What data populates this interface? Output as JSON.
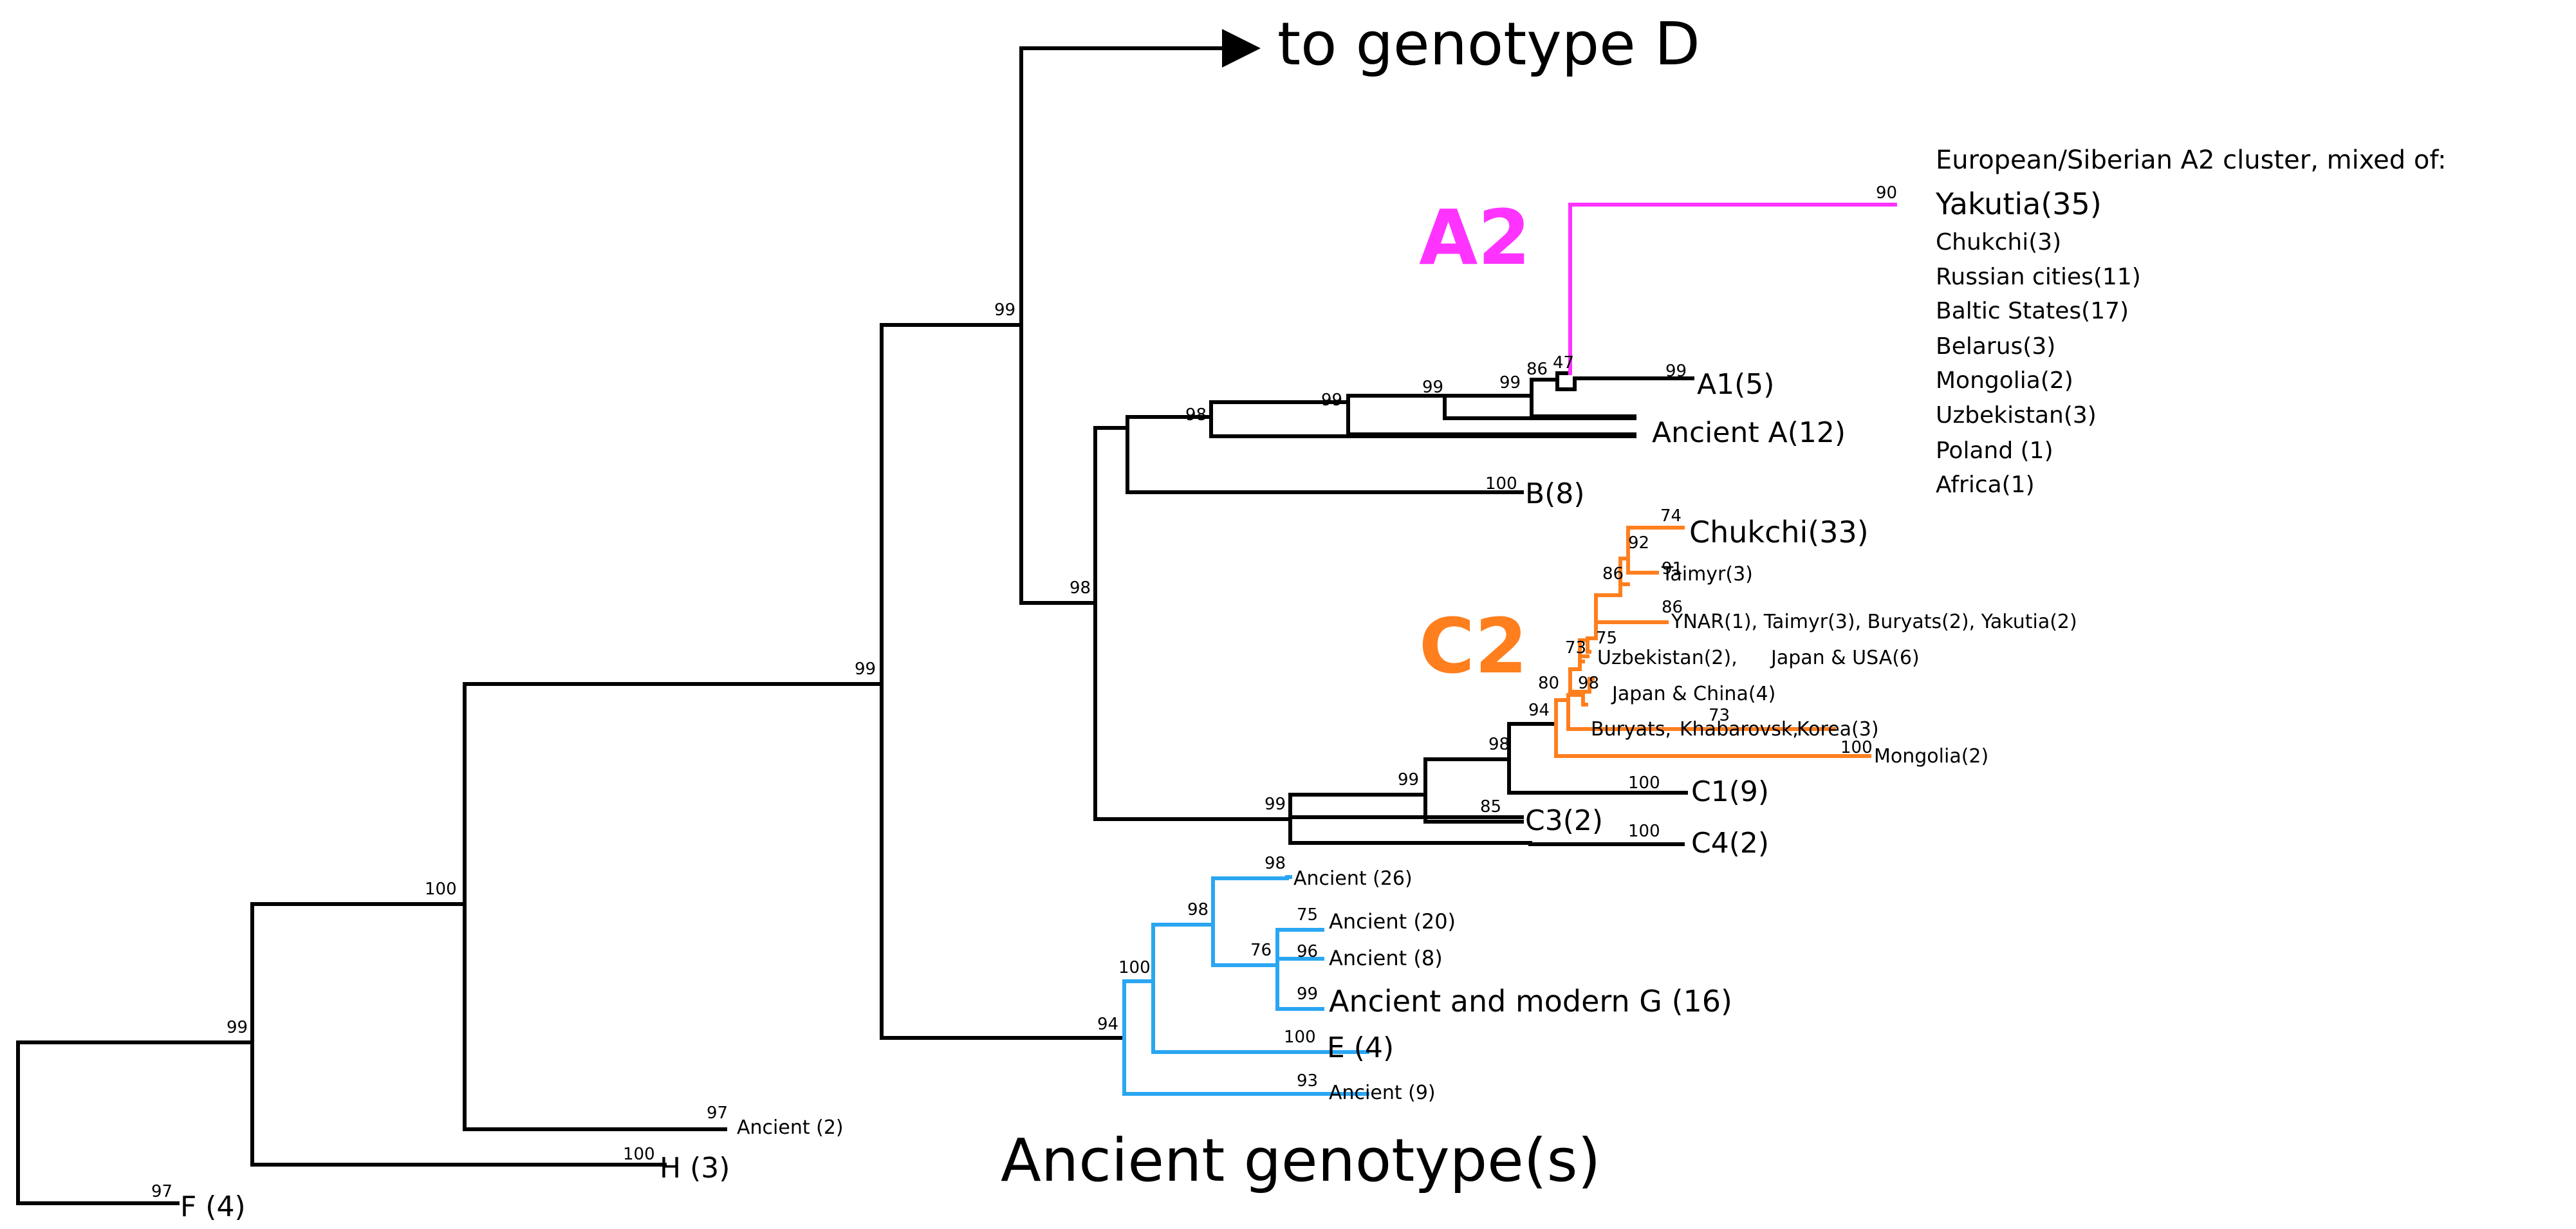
{
  "colors": {
    "black": "#000000",
    "a2": "#ff33ff",
    "c2": "#ff7f1e",
    "ancient_branch": "#2aa6f2",
    "label_red": "#ff1e1e",
    "label_green": "#1d7a42",
    "label_purple": "#9b27d6",
    "label_blue": "#1a1aee",
    "ancient_title": "#1a8ae8"
  },
  "icons": {
    "outgroup_arrow": "arrow-right-icon"
  },
  "labels": {
    "to_genotype_d": "to genotype D",
    "a2": "A2",
    "c2": "C2",
    "ancient_genotypes": "Ancient genotype(s)"
  },
  "a2_cluster": {
    "header": "European/Siberian A2 cluster, mixed of:",
    "yakutia": "Yakutia(35)",
    "chukchi": "Chukchi(3)",
    "russian_cities": "Russian cities(11)",
    "baltic_states": "Baltic States(17)",
    "belarus": "Belarus(3)",
    "mongolia": "Mongolia(2)",
    "uzbekistan": "Uzbekistan(3)",
    "poland": "Poland (1)",
    "africa": "Africa(1)"
  },
  "tips": {
    "a1": "A1(5)",
    "ancient_a": "Ancient A(12)",
    "b": "B(8)",
    "chukchi33": "Chukchi(33)",
    "taimyr3": "Taimyr(3)",
    "ynar": "YNAR(1), Taimyr(3), Buryats(2), Yakutia(2)",
    "uzbekistan2": "Uzbekistan(2),",
    "japan_usa": "Japan & USA(6)",
    "japan_china": "Japan & China(4)",
    "buryats": "Buryats,",
    "khabarovsk": "Khabarovsk,",
    "korea": "Korea(3)",
    "mongolia2": "Mongolia(2)",
    "c1": "C1(9)",
    "c3": "C3(2)",
    "c4": "C4(2)",
    "ancient26": "Ancient (26)",
    "ancient20": "Ancient (20)",
    "ancient8": "Ancient (8)",
    "ancient_modern_g": "Ancient and modern G (16)",
    "e": "E (4)",
    "ancient9": "Ancient (9)",
    "ancient2": "Ancient (2)",
    "h": "H (3)",
    "f": "F (4)"
  },
  "bootstrap": {
    "root": "99",
    "n100_root": "100",
    "n99_mid": "99",
    "n99_top": "99",
    "n98_ab": "98",
    "n98_a": "98",
    "n99_a1": "99",
    "n99_a2": "99",
    "n99_a3": "99",
    "n86_a": "86",
    "n47_a": "47",
    "a2_tip": "90",
    "a1_tip": "99",
    "b_tip": "100",
    "n99_c": "99",
    "n99_c2": "99",
    "n98_c": "98",
    "n94_c": "94",
    "n80_c": "80",
    "n98_c2": "98",
    "n73_c": "73",
    "n75_c": "75",
    "n86_c": "86",
    "n92_c": "92",
    "chukchi_tip": "74",
    "taimyr_tip": "91",
    "ynar_tip": "86",
    "korea_tip": "73",
    "mongolia_tip": "100",
    "c1_tip": "100",
    "c3_tip": "85",
    "c4_tip": "100",
    "n94_anc": "94",
    "n100_anc": "100",
    "n98_anc": "98",
    "anc26_tip": "98",
    "anc20_tip": "75",
    "n76_anc": "76",
    "anc8_tip": "96",
    "g_tip": "99",
    "e_tip": "100",
    "anc9_tip": "93",
    "anc2_tip": "97",
    "h_tip": "100",
    "f_tip": "97"
  }
}
